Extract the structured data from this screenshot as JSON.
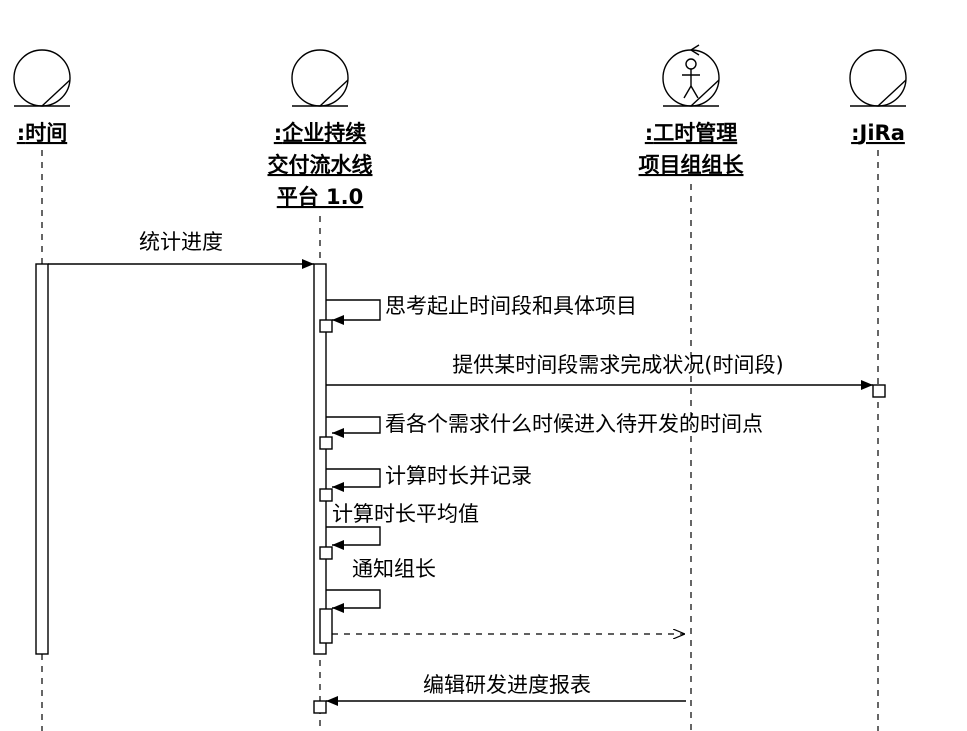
{
  "lifelines": [
    {
      "id": "time",
      "title": [
        "时间"
      ],
      "title_prefix": ":",
      "kind": "entity"
    },
    {
      "id": "platform",
      "title": [
        "企业持续",
        "交付流水线",
        "平台 1.0"
      ],
      "title_prefix": ":",
      "kind": "entity"
    },
    {
      "id": "manager",
      "title": [
        "工时管理",
        "项目组组长"
      ],
      "title_prefix": ":",
      "kind": "actor-control"
    },
    {
      "id": "jira",
      "title": [
        "JiRa"
      ],
      "title_prefix": ":",
      "kind": "entity"
    }
  ],
  "messages": [
    {
      "id": "m1",
      "from": "time",
      "to": "platform",
      "label": "统计进度",
      "style": "sync"
    },
    {
      "id": "m2",
      "from": "platform",
      "to": "platform",
      "label": "思考起止时间段和具体项目",
      "style": "self"
    },
    {
      "id": "m3",
      "from": "platform",
      "to": "jira",
      "label": "提供某时间段需求完成状况(时间段)",
      "style": "sync"
    },
    {
      "id": "m4",
      "from": "platform",
      "to": "platform",
      "label": "看各个需求什么时候进入待开发的时间点",
      "style": "self"
    },
    {
      "id": "m5",
      "from": "platform",
      "to": "platform",
      "label": "计算时长并记录",
      "style": "self"
    },
    {
      "id": "m6",
      "from": "platform",
      "to": "platform",
      "label": "计算时长平均值",
      "style": "self"
    },
    {
      "id": "m7",
      "from": "platform",
      "to": "platform",
      "label": "通知组长",
      "style": "self"
    },
    {
      "id": "m8",
      "from": "platform",
      "to": "manager",
      "label": "",
      "style": "return"
    },
    {
      "id": "m9",
      "from": "manager",
      "to": "platform",
      "label": "编辑研发进度报表",
      "style": "sync"
    }
  ],
  "colors": {
    "stroke": "#000000",
    "background": "#ffffff"
  }
}
